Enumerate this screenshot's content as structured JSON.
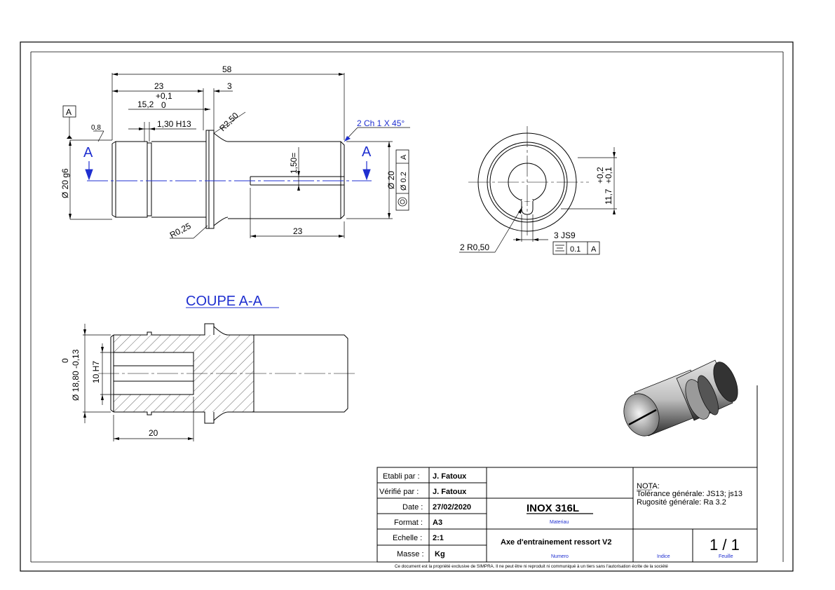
{
  "colors": {
    "accent": "#1f2fd0",
    "line": "#000000",
    "paper": "#ffffff"
  },
  "view_top": {
    "dim_total_length": "58",
    "dim_23": "23",
    "dim_3": "3",
    "dim_groove_pos": "15,2",
    "tol_plus": "+0,1",
    "tol_zero": "0",
    "dim_groove_width": "1,30 H13",
    "radius_top": "R2,50",
    "chamfer": "2 Ch 1 X 45°",
    "roughness": "0,8",
    "datum": "A",
    "section_mark_left": "A",
    "section_mark_right": "A",
    "dia_left": "Ø 20 g6",
    "dia_right": "Ø 20",
    "slot_width": "1,50=",
    "radius_bottom": "R0,25",
    "slot_length": "23",
    "fcf_runout_value": "Ø 0.2",
    "fcf_runout_datum": "A",
    "fcf_conc_icon": "concentricity-icon"
  },
  "view_end": {
    "tol_plus_02": "+0,2",
    "tol_plus_01": "+0,1",
    "dim_117": "11,7",
    "radius_label": "2 R0,50",
    "slot_js9": "3 JS9",
    "fcf_sym_value": "0.1",
    "fcf_sym_datum": "A"
  },
  "section": {
    "title": "COUPE A-A",
    "tol_zero": "0",
    "dia_outer": "Ø 18,80 -0,13",
    "bore": "10 H7",
    "depth": "20"
  },
  "title_block": {
    "rows": [
      {
        "label": "Etabli par :",
        "value": "J. Fatoux"
      },
      {
        "label": "Vérifié par :",
        "value": "J. Fatoux"
      },
      {
        "label": "Date :",
        "value": "27/02/2020"
      },
      {
        "label": "Format :",
        "value": "A3"
      },
      {
        "label": "Echelle :",
        "value": "2:1"
      },
      {
        "label": "Masse :",
        "value": "Kg"
      }
    ],
    "material": "INOX 316L",
    "material_caption": "Materiau",
    "part_name": "Axe d'entrainement ressort V2",
    "part_caption": "Numero",
    "nota_title": "NOTA:",
    "nota_line1": "Tolérance générale: JS13; js13",
    "nota_line2": "Rugosité générale: Ra 3.2",
    "indice_caption": "Indice",
    "sheet": "1 / 1",
    "sheet_caption": "Feuille",
    "footer": "Ce document est la propriété exclusive de SIMPRA. Il ne peut être ni reproduit ni communiqué à un tiers sans l'autorisation écrite de la société"
  }
}
